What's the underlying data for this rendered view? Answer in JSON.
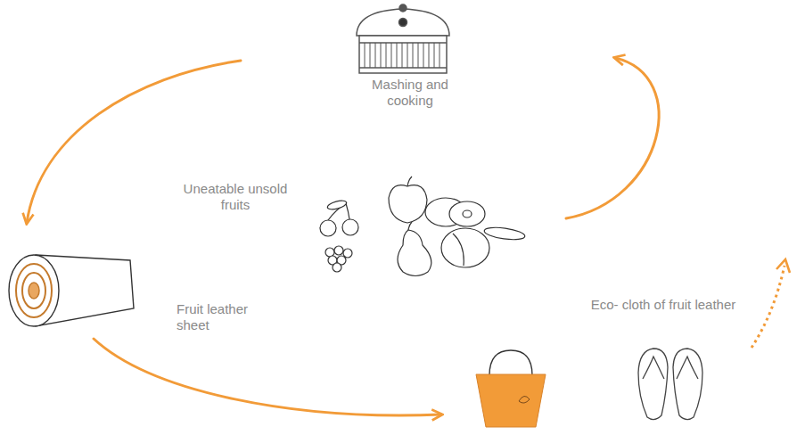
{
  "diagram": {
    "nodes": [
      {
        "text": [
          "Mashing and cooking"
        ]
      },
      {
        "text": [
          "Uneatable unsold fruits"
        ]
      },
      {
        "text": [
          "Fruit leather sheet"
        ]
      },
      {
        "text": [
          "Eco- cloth of fruit leather"
        ]
      }
    ],
    "edges": [
      {
        "from": 1,
        "to": 0,
        "arrow": "to"
      },
      {
        "from": 0,
        "to": 2,
        "arrow": "to"
      },
      {
        "from": 2,
        "to": 3,
        "arrow": "to"
      }
    ]
  }
}
